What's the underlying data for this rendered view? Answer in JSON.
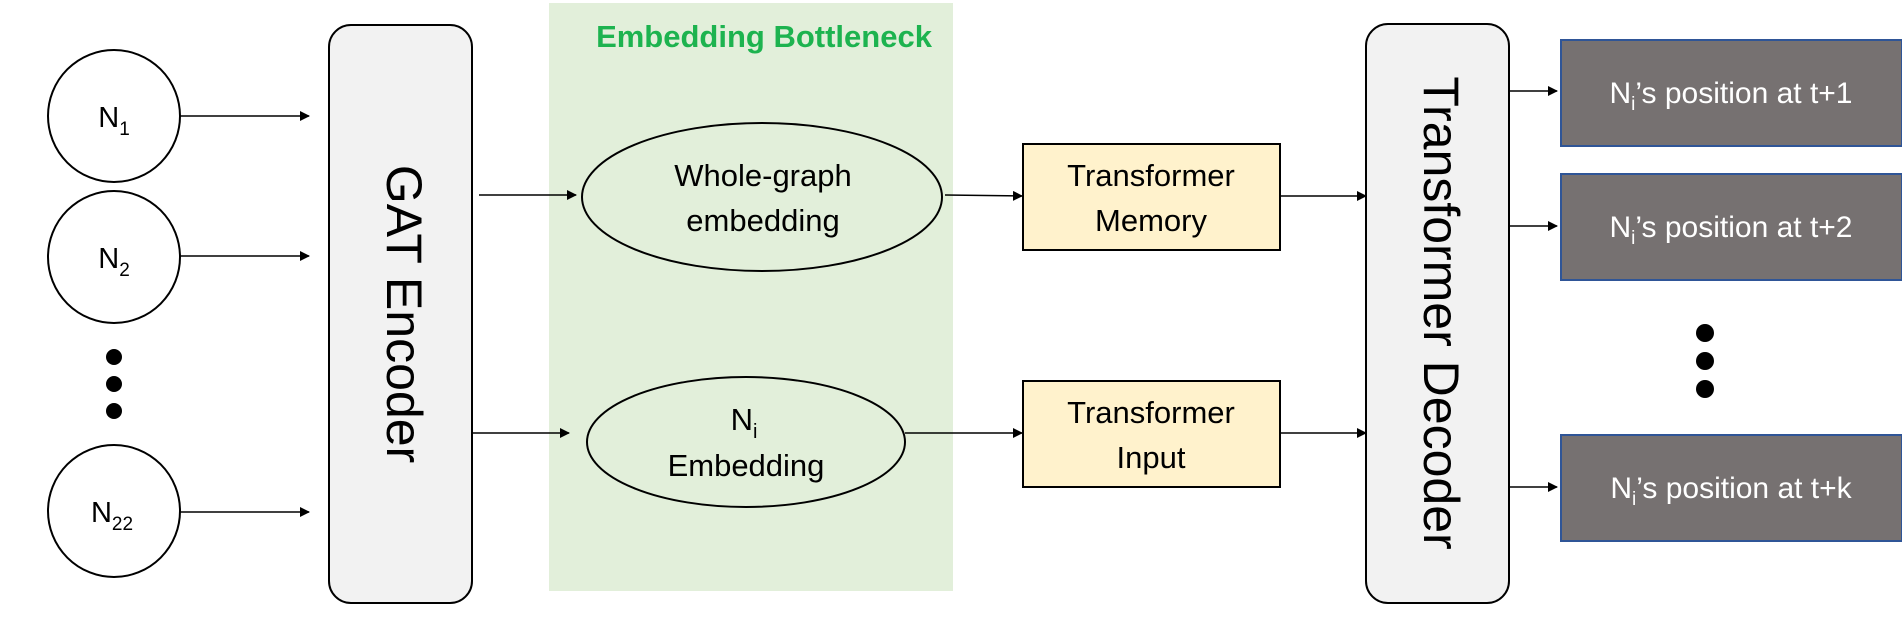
{
  "bottleneck": {
    "title": "Embedding Bottleneck",
    "title_color": "#1db34f",
    "fill": "#e2efda"
  },
  "inputs": [
    {
      "base": "N",
      "sub": "1"
    },
    {
      "base": "N",
      "sub": "2"
    },
    {
      "base": "N",
      "sub": "22"
    }
  ],
  "encoder": {
    "label": "GAT Encoder"
  },
  "embeddings": {
    "whole_graph": {
      "line1": "Whole-graph",
      "line2": "embedding"
    },
    "node": {
      "base": "N",
      "sub": "i",
      "line2": "Embedding"
    }
  },
  "transformer_boxes": {
    "fill": "#fff2cc",
    "memory": {
      "line1": "Transformer",
      "line2": "Memory"
    },
    "input": {
      "line1": "Transformer",
      "line2": "Input"
    }
  },
  "decoder": {
    "label": "Transformer Decoder"
  },
  "outputs": {
    "fill": "#767171",
    "border": "#2f5597",
    "items": [
      {
        "base": "N",
        "sub": "i",
        "rest": "’s position at t+1"
      },
      {
        "base": "N",
        "sub": "i",
        "rest": "’s position at t+2"
      },
      {
        "base": "N",
        "sub": "i",
        "rest": "’s position at t+k"
      }
    ]
  }
}
